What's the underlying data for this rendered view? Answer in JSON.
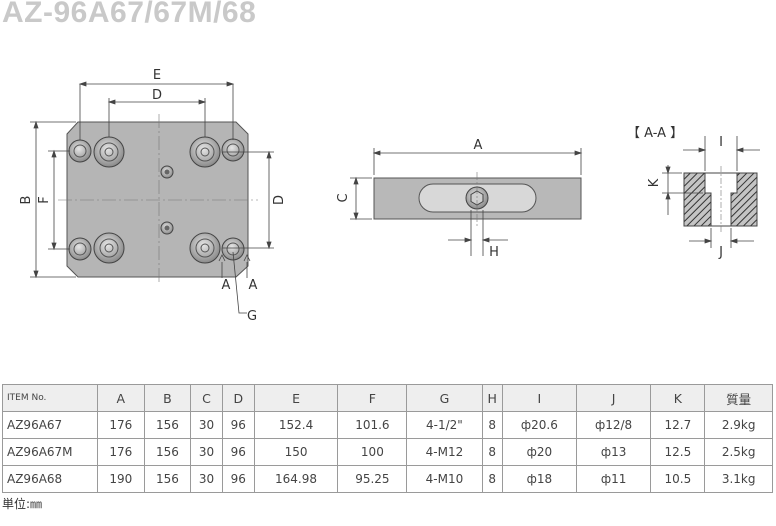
{
  "title": "AZ-96A67/67M/68",
  "labels": {
    "top_E": "E",
    "top_D": "D",
    "left_B": "B",
    "left_F": "F",
    "right_D": "D",
    "sec_A1": "A",
    "sec_A2": "A",
    "leader_G": "G",
    "side_A": "A",
    "side_C": "C",
    "side_H": "H",
    "section_title": "【 A-A 】",
    "sec_I": "I",
    "sec_K": "K",
    "sec_J": "J"
  },
  "table": {
    "headers": [
      "ITEM No.",
      "A",
      "B",
      "C",
      "D",
      "E",
      "F",
      "G",
      "H",
      "I",
      "J",
      "K",
      "質量"
    ],
    "rows": [
      [
        "AZ96A67",
        "176",
        "156",
        "30",
        "96",
        "152.4",
        "101.6",
        "4-1/2\"",
        "8",
        "ф20.6",
        "ф12/8",
        "12.7",
        "2.9kg"
      ],
      [
        "AZ96A67M",
        "176",
        "156",
        "30",
        "96",
        "150",
        "100",
        "4-M12",
        "8",
        "ф20",
        "ф13",
        "12.5",
        "2.5kg"
      ],
      [
        "AZ96A68",
        "190",
        "156",
        "30",
        "96",
        "164.98",
        "95.25",
        "4-M10",
        "8",
        "ф18",
        "ф11",
        "10.5",
        "3.1kg"
      ]
    ]
  },
  "unit_note": "単位:㎜"
}
